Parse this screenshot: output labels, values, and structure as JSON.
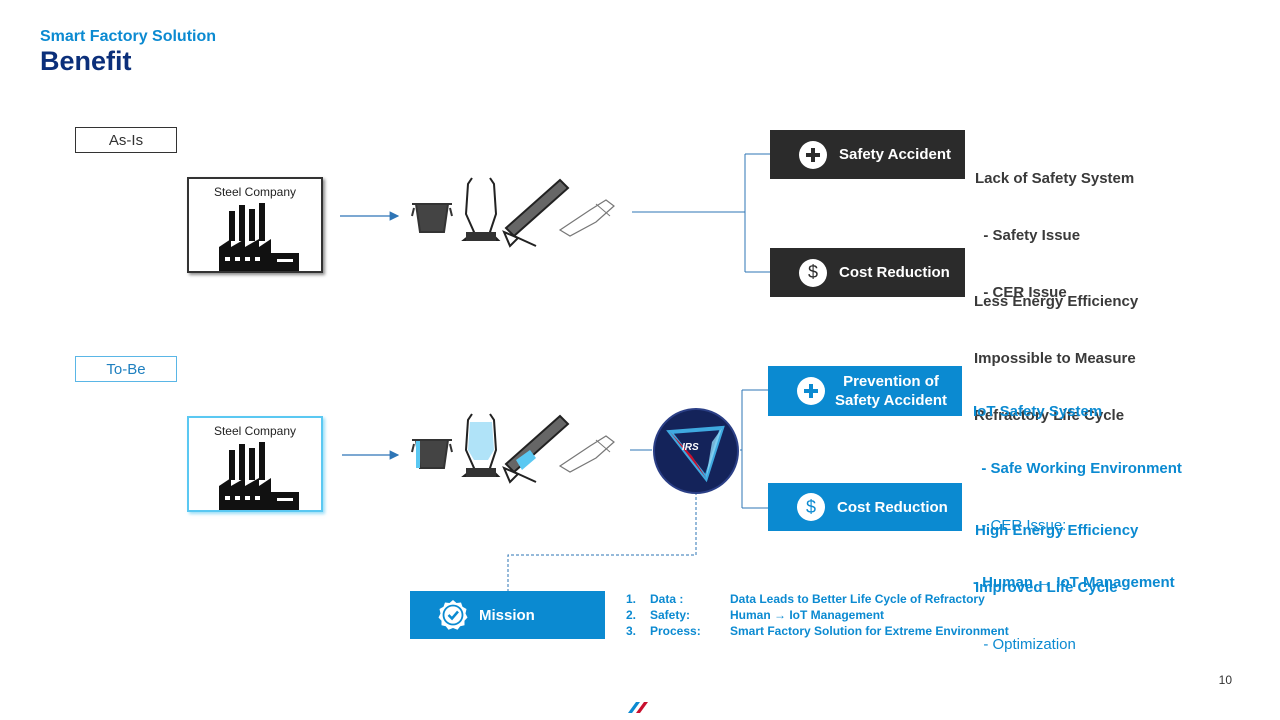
{
  "header": {
    "subtitle": "Smart Factory Solution",
    "title": "Benefit"
  },
  "as_is": {
    "tag": "As-Is",
    "factory_label": "Steel Company",
    "items": [
      {
        "label": "Safety Accident",
        "icon": "plus-icon",
        "desc_lines": [
          "Lack of Safety System",
          "  - Safety Issue",
          "  - CER Issue"
        ]
      },
      {
        "label": "Cost Reduction",
        "icon": "dollar-icon",
        "desc_lines": [
          "Less Energy Efficiency",
          "Impossible to Measure",
          "Refractory Life Cycle"
        ]
      }
    ]
  },
  "to_be": {
    "tag": "To-Be",
    "factory_label": "Steel Company",
    "logo_text": "IRS",
    "items": [
      {
        "label_lines": [
          "Prevention of",
          "Safety Accident"
        ],
        "icon": "plus-icon",
        "desc_lines": [
          "IoT Safety System",
          "  - Safe Working Environment",
          "  - CER Issue:",
          "- Human → IoT Management"
        ]
      },
      {
        "label": "Cost Reduction",
        "icon": "dollar-icon",
        "desc_lines": [
          "High Energy Efficiency",
          "Improved Life Cycle",
          "  - Optimization"
        ]
      }
    ]
  },
  "mission": {
    "label": "Mission",
    "icon": "check-badge-icon",
    "items": [
      {
        "num": "1.",
        "key": "Data :",
        "value": "Data Leads to Better Life Cycle of Refractory"
      },
      {
        "num": "2.",
        "key": "Safety:",
        "value": "Human → IoT Management"
      },
      {
        "num": "3.",
        "key": "Process:",
        "value": "Smart Factory Solution for Extreme Environment"
      }
    ]
  },
  "footer": {
    "page_number": "10"
  },
  "colors": {
    "accent_blue": "#0B8AD1",
    "title_navy": "#0B2F7A",
    "dark_box": "#2B2B2B",
    "light_blue": "#5AC8F2"
  }
}
